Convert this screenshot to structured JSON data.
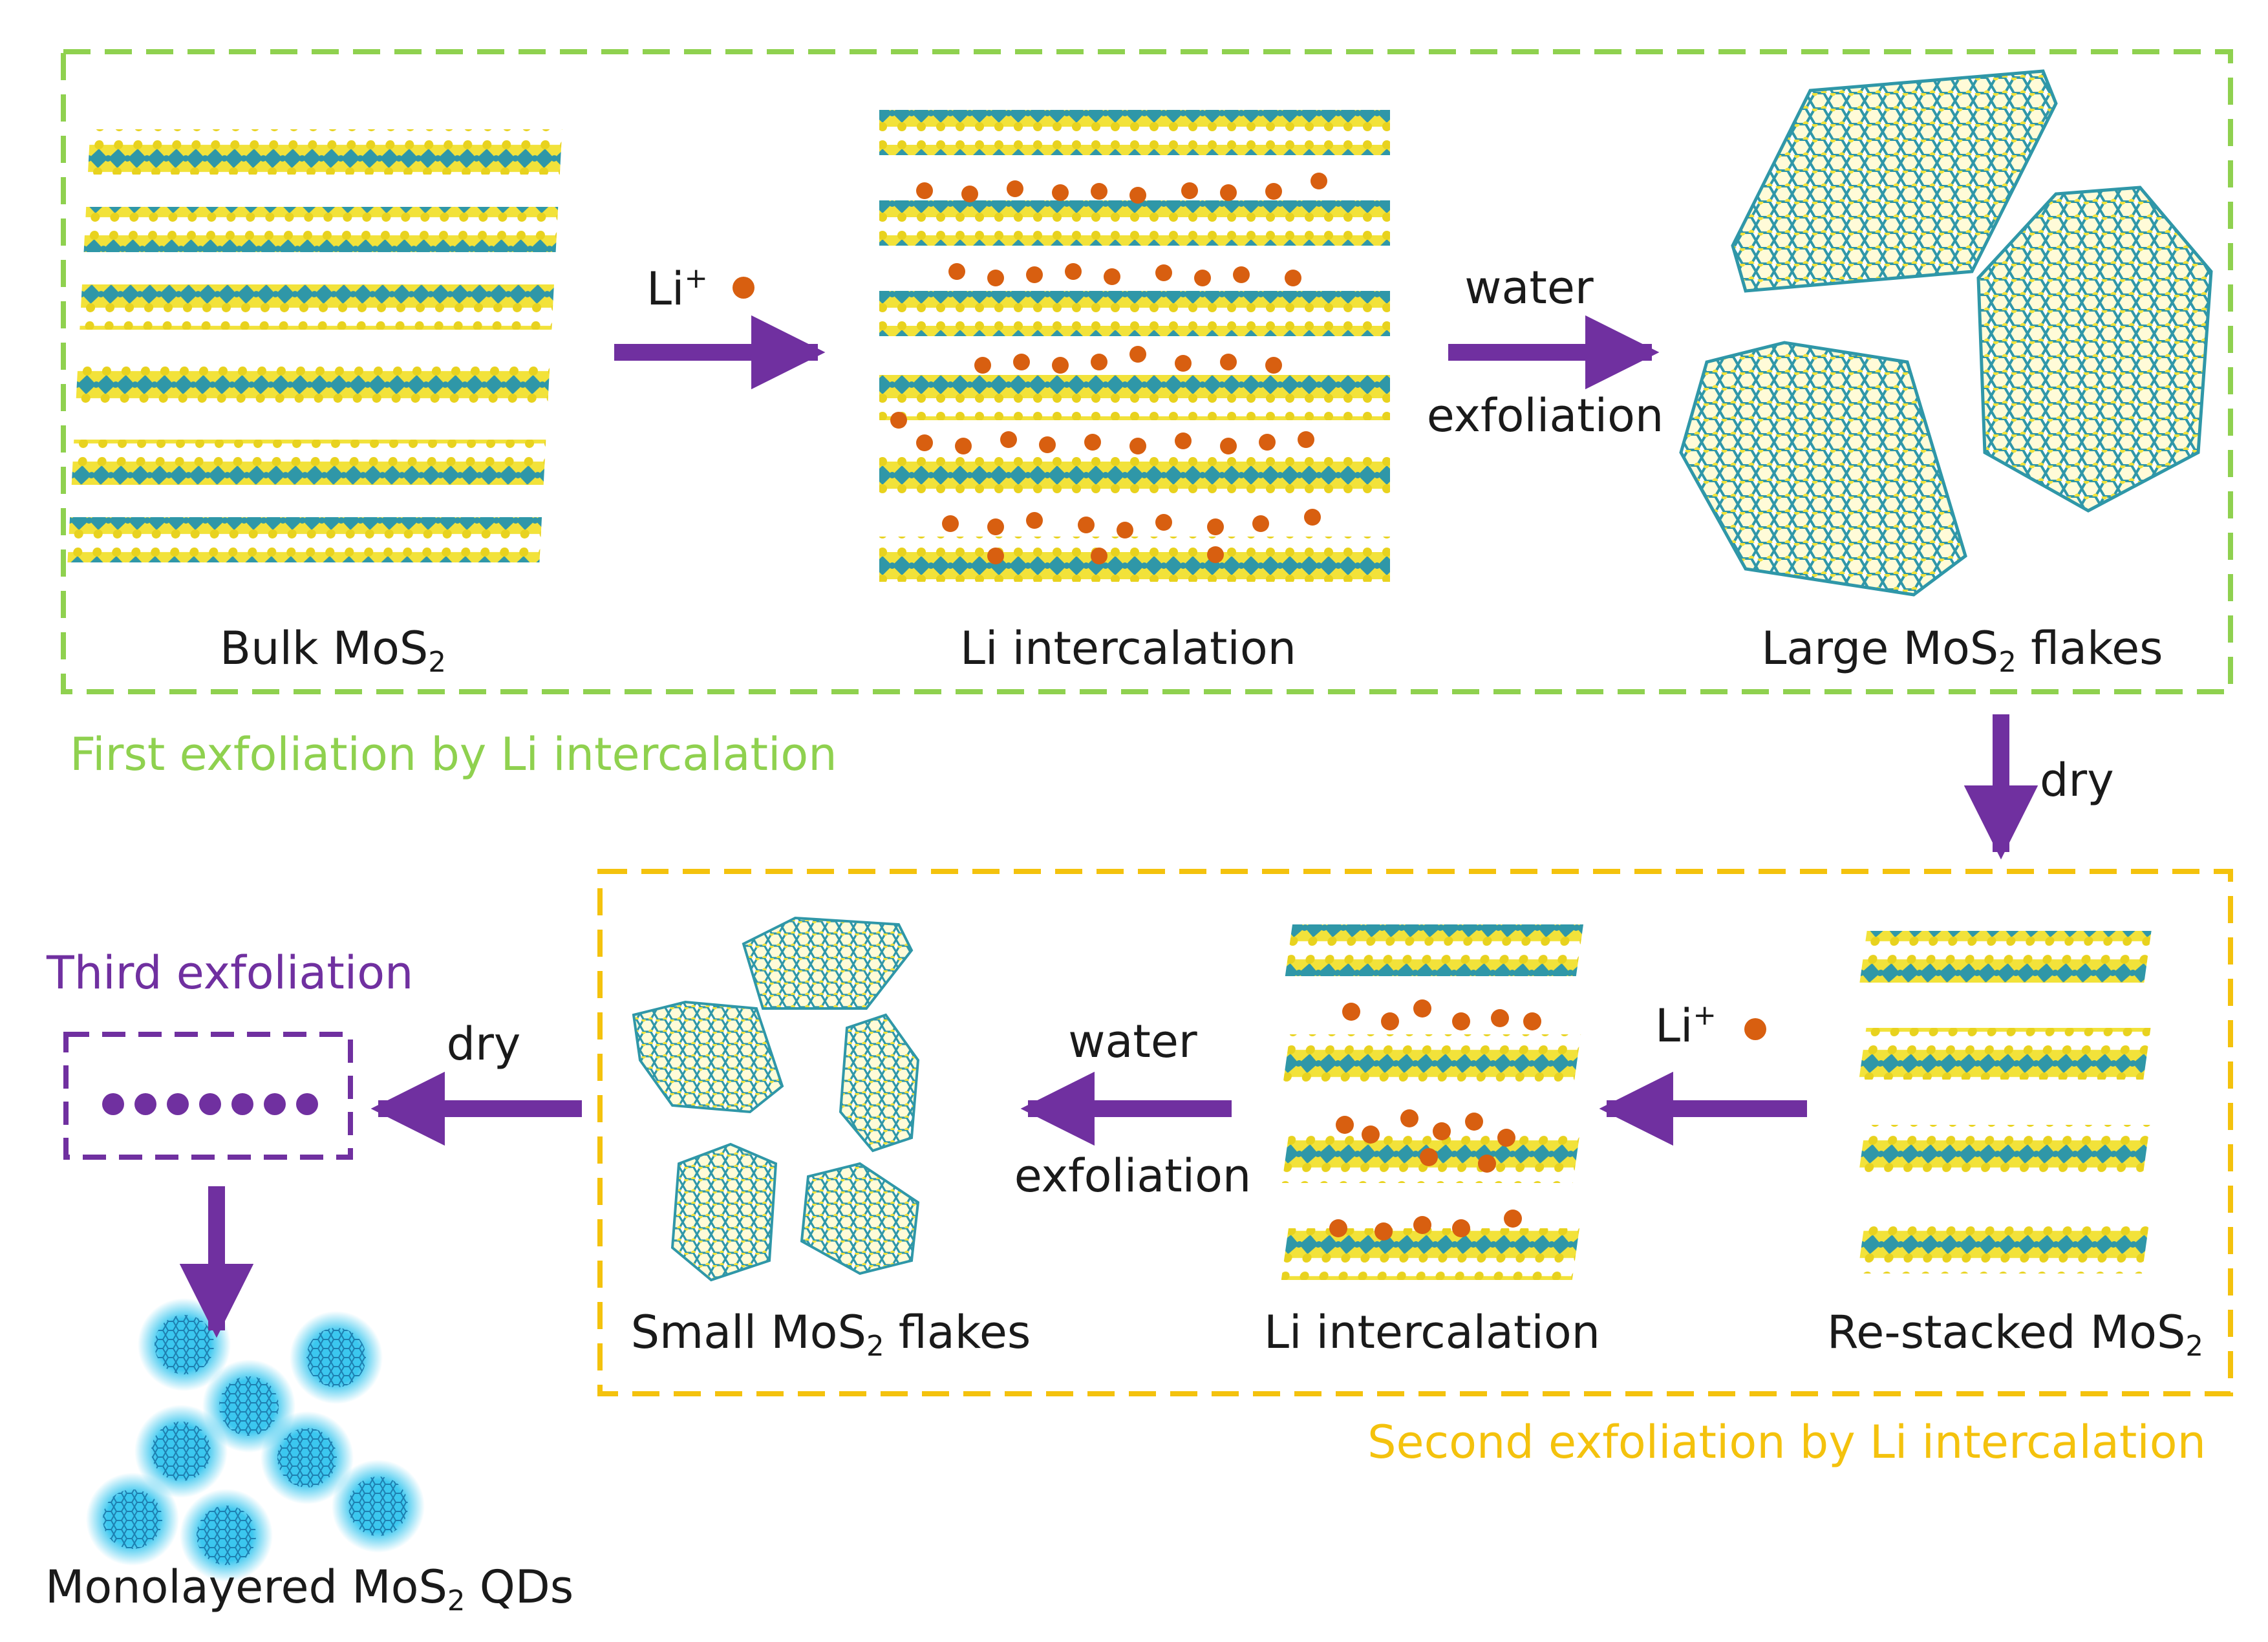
{
  "labels": {
    "bulk": {
      "main": "Bulk MoS",
      "sub": "2",
      "tail": ""
    },
    "li_intercalation_top": "Li intercalation",
    "large_flakes": {
      "main": "Large MoS",
      "sub": "2",
      "tail": " flakes"
    },
    "first_exfoliation": "First exfoliation by Li intercalation",
    "restacked": {
      "main": "Re-stacked MoS",
      "sub": "2",
      "tail": ""
    },
    "li_intercalation_bottom": "Li intercalation",
    "small_flakes": {
      "main": "Small MoS",
      "sub": "2",
      "tail": " flakes"
    },
    "second_exfoliation": "Second exfoliation by Li intercalation",
    "third_exfoliation": "Third exfoliation",
    "qds": {
      "main": "Monolayered MoS",
      "sub": "2",
      "tail": " QDs"
    }
  },
  "arrows": {
    "li_top": {
      "main": "Li",
      "sup": "+"
    },
    "water_top": "water",
    "exfoliation_top": "exfoliation",
    "dry_right": "dry",
    "li_bottom": {
      "main": "Li",
      "sup": "+"
    },
    "water_bottom": "water",
    "exfoliation_bottom": "exfoliation",
    "dry_left": "dry"
  },
  "colors": {
    "arrow": "#7030a0",
    "first_box": "#8fd14f",
    "second_box": "#f4c20d",
    "third_box": "#7030a0",
    "mo_atom": "#3aa3b5",
    "s_atom": "#f2e23a",
    "li_atom": "#d85f10",
    "qd": "#3bc7ef"
  }
}
